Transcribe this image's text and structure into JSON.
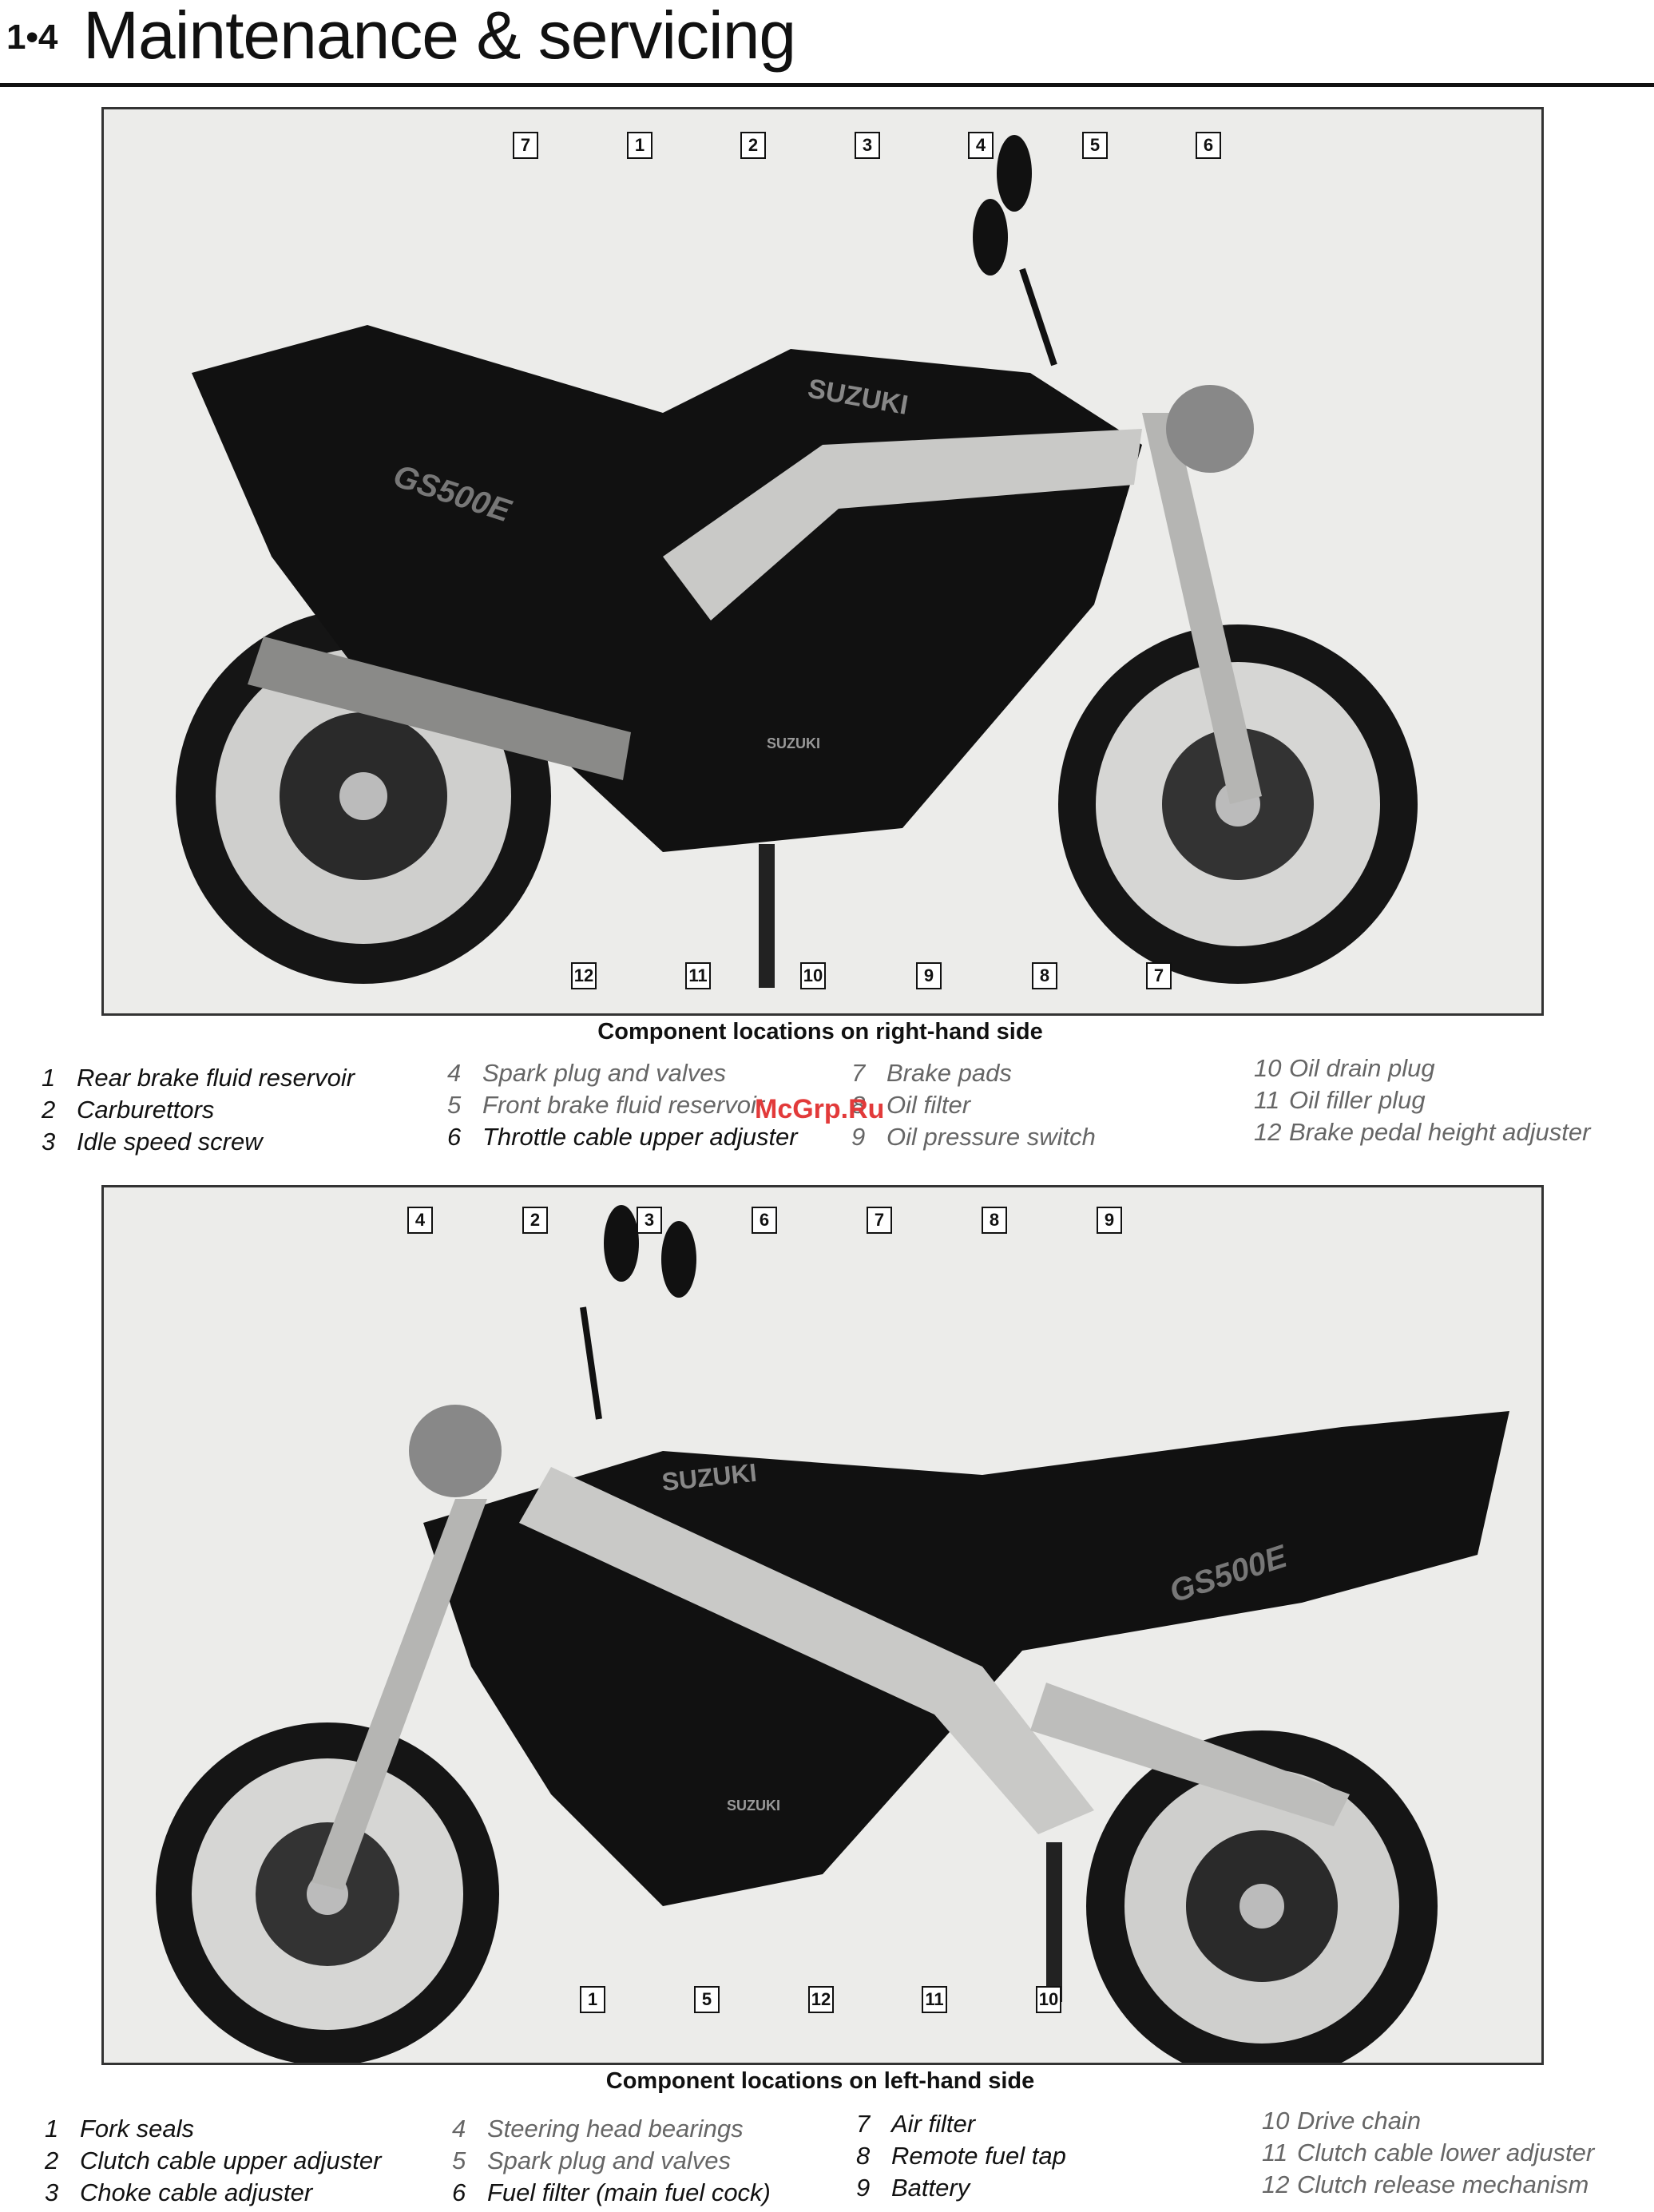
{
  "header": {
    "page_number": "1•4",
    "title": "Maintenance & servicing"
  },
  "figure1": {
    "caption": "Component locations on right-hand side",
    "callouts": [
      "7",
      "1",
      "2",
      "3",
      "4",
      "5",
      "6",
      "12",
      "11",
      "10",
      "9",
      "8",
      "7"
    ],
    "photo_text": {
      "tank_logo": "SUZUKI",
      "engine_logo": "SUZUKI",
      "side_logo": "GS500E"
    },
    "legend": [
      {
        "num": "1",
        "text": "Rear brake fluid reservoir"
      },
      {
        "num": "2",
        "text": "Carburettors"
      },
      {
        "num": "3",
        "text": "Idle speed screw"
      },
      {
        "num": "4",
        "text": "Spark plug and valves"
      },
      {
        "num": "5",
        "text": "Front brake fluid reservoir"
      },
      {
        "num": "6",
        "text": "Throttle cable upper adjuster"
      },
      {
        "num": "7",
        "text": "Brake pads"
      },
      {
        "num": "8",
        "text": "Oil filter"
      },
      {
        "num": "9",
        "text": "Oil pressure switch"
      },
      {
        "num": "10",
        "text": "Oil drain plug"
      },
      {
        "num": "11",
        "text": "Oil filler plug"
      },
      {
        "num": "12",
        "text": "Brake pedal height adjuster"
      }
    ]
  },
  "figure2": {
    "caption": "Component locations on left-hand side",
    "callouts": [
      "4",
      "2",
      "3",
      "6",
      "7",
      "8",
      "9",
      "1",
      "5",
      "12",
      "11",
      "10"
    ],
    "photo_text": {
      "tank_logo": "SUZUKI",
      "engine_logo": "SUZUKI",
      "side_logo": "GS500E"
    },
    "legend": [
      {
        "num": "1",
        "text": "Fork seals"
      },
      {
        "num": "2",
        "text": "Clutch cable upper adjuster"
      },
      {
        "num": "3",
        "text": "Choke cable adjuster"
      },
      {
        "num": "4",
        "text": "Steering head bearings"
      },
      {
        "num": "5",
        "text": "Spark plug and valves"
      },
      {
        "num": "6",
        "text": "Fuel filter (main fuel cock)"
      },
      {
        "num": "7",
        "text": "Air filter"
      },
      {
        "num": "8",
        "text": "Remote fuel tap"
      },
      {
        "num": "9",
        "text": "Battery"
      },
      {
        "num": "10",
        "text": "Drive chain"
      },
      {
        "num": "11",
        "text": "Clutch cable lower adjuster"
      },
      {
        "num": "12",
        "text": "Clutch release mechanism"
      }
    ]
  },
  "watermark": "McGrp.Ru"
}
